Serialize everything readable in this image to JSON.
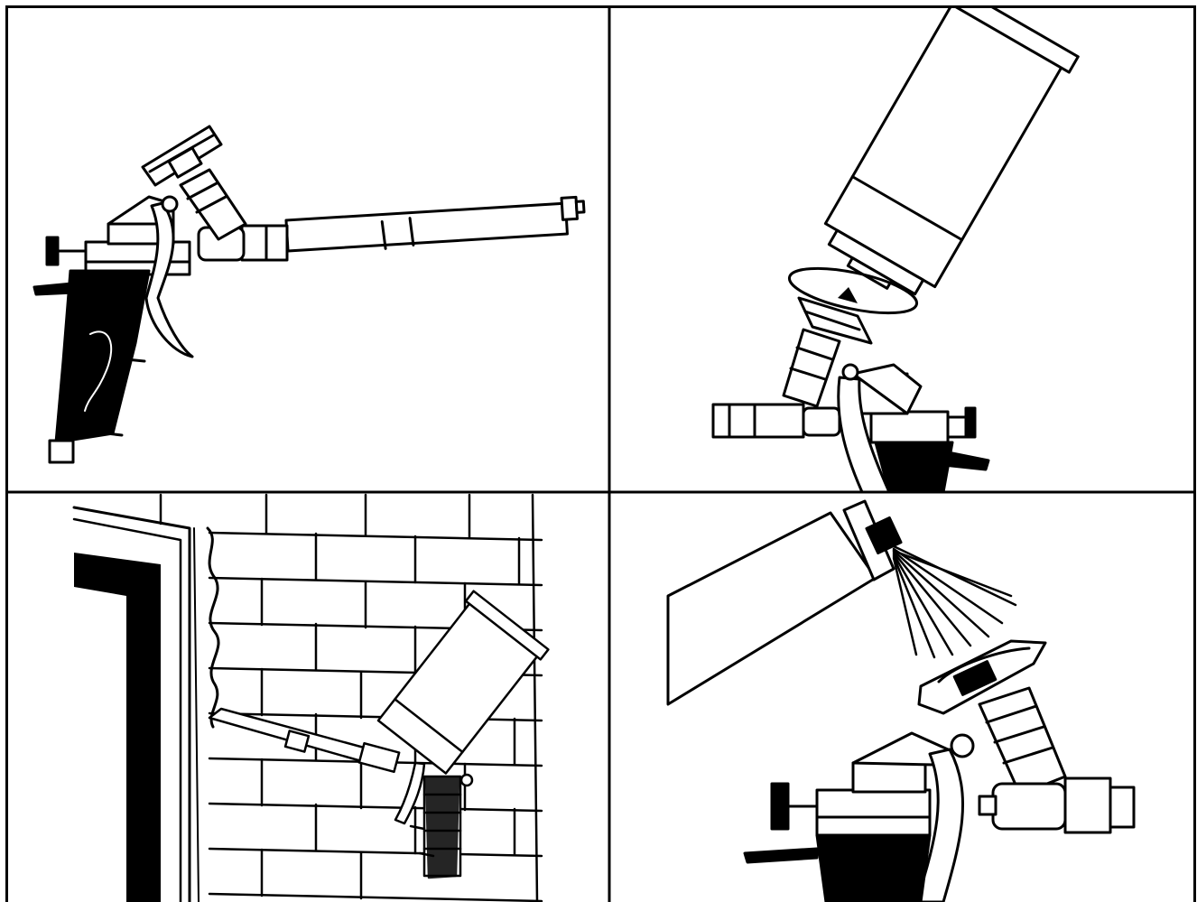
{
  "colors": {
    "ink": "#000000",
    "paper": "#ffffff"
  },
  "panels": [
    {
      "name": "panel-foam-gun-overview",
      "depicts": "foam-gun-icon"
    },
    {
      "name": "panel-screw-on-canister",
      "depicts": "canister-attach-icon"
    },
    {
      "name": "panel-apply-foam-to-wall-gap",
      "depicts": "wall-application-icon"
    },
    {
      "name": "panel-clean-adapter-with-spray",
      "depicts": "cleaner-spray-icon"
    }
  ]
}
